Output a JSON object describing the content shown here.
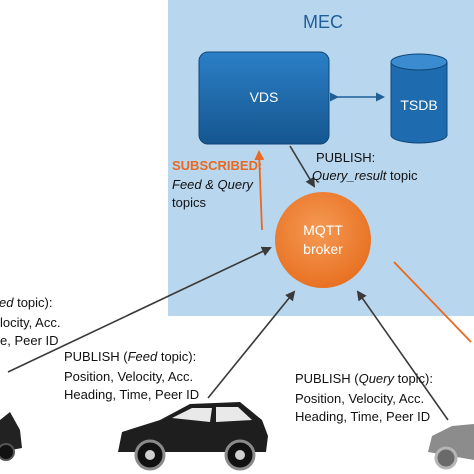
{
  "region": {
    "label": "MEC",
    "color": "#b8d6ee"
  },
  "nodes": {
    "vds": {
      "label": "VDS",
      "color": "#1e6bb0"
    },
    "tsdb": {
      "label": "TSDB",
      "color": "#1e6bb0"
    },
    "broker": {
      "line1": "MQTT",
      "line2": "broker",
      "color": "#ee7a2c"
    }
  },
  "annotations": {
    "subscribed": {
      "title": "SUBSCRIBED:",
      "line2_italic": "Feed & Query",
      "line3": "topics"
    },
    "publish_result": {
      "line1": "PUBLISH:",
      "line2_italic": "Query_result",
      "line2_suffix": " topic"
    },
    "left_vehicle": {
      "line1_italic": "ed",
      "line1_suffix": " topic):",
      "line2": "locity, Acc.",
      "line3": "e, Peer ID"
    },
    "middle_vehicle": {
      "line1_prefix": "PUBLISH (",
      "line1_italic": "Feed",
      "line1_suffix": " topic):",
      "line2": "Position, Velocity, Acc.",
      "line3": "Heading, Time, Peer ID"
    },
    "right_vehicle": {
      "line1_prefix": "PUBLISH (",
      "line1_italic": "Query",
      "line1_suffix": " topic):",
      "line2": "Position, Velocity, Acc.",
      "line3": "Heading, Time, Peer ID"
    }
  },
  "colors": {
    "orange_arrow": "#e8691f",
    "dark_arrow": "#3a3a3a",
    "link": "#1f5f98"
  }
}
